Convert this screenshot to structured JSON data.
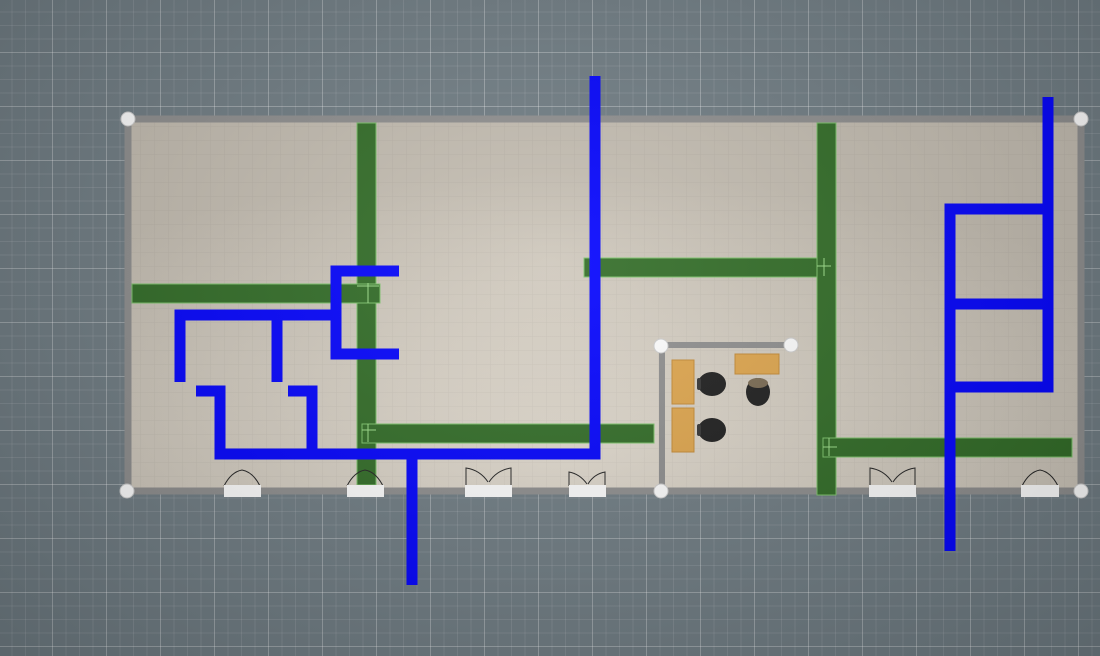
{
  "app": {
    "view": "floor-plan-top-view"
  },
  "colors": {
    "floor": "#c9c2b6",
    "outer_wall": "#8e8e8e",
    "partition_wall": "#2f6b24",
    "partition_edge": "#7cc46a",
    "pipe": "#0000ff",
    "door_sill": "#ffffff",
    "handle": "#ffffff",
    "desk": "#e0a64c",
    "chair": "#222222"
  },
  "floor_plan": {
    "rooms": [
      {
        "id": "main-room",
        "selected": true
      },
      {
        "id": "office-enclosure",
        "selected": true
      }
    ],
    "doors": [
      {
        "id": "door-1",
        "type": "double"
      },
      {
        "id": "door-2",
        "type": "double"
      },
      {
        "id": "door-3",
        "type": "double"
      },
      {
        "id": "door-4",
        "type": "double"
      },
      {
        "id": "door-5",
        "type": "double"
      },
      {
        "id": "door-6",
        "type": "double"
      }
    ],
    "furniture": [
      {
        "id": "desk-1",
        "kind": "desk"
      },
      {
        "id": "desk-2",
        "kind": "desk"
      },
      {
        "id": "desk-3",
        "kind": "desk"
      },
      {
        "id": "chair-1",
        "kind": "chair"
      },
      {
        "id": "chair-2",
        "kind": "chair"
      },
      {
        "id": "chair-3",
        "kind": "chair"
      }
    ]
  }
}
